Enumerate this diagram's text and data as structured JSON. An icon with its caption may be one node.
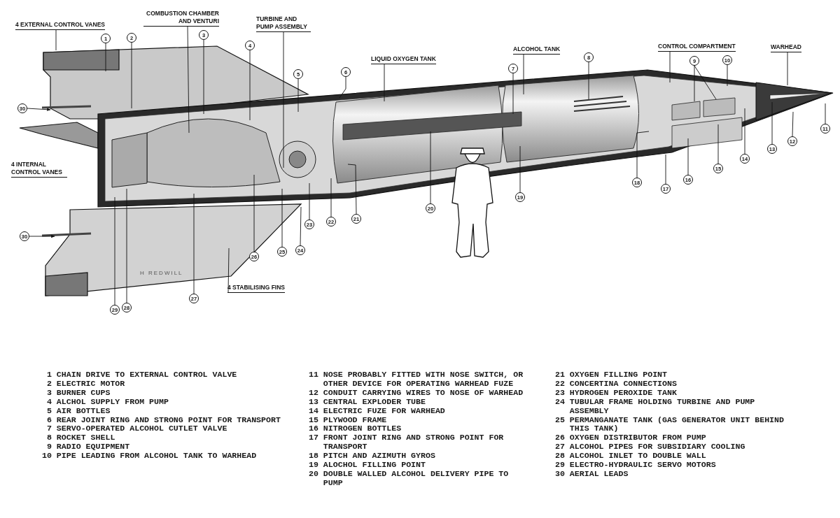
{
  "diagram": {
    "nodes": [
      {
        "text": [
          "4 EXTERNAL CONTROL VANES"
        ]
      },
      {
        "text": [
          "COMBUSTION CHAMBER AND VENTURI"
        ]
      },
      {
        "text": [
          "TURBINE AND PUMP ASSEMBLY"
        ]
      },
      {
        "text": [
          "LIQUID OXYGEN TANK"
        ]
      },
      {
        "text": [
          "ALCOHOL TANK"
        ]
      },
      {
        "text": [
          "CONTROL COMPARTMENT"
        ]
      },
      {
        "text": [
          "WARHEAD"
        ]
      },
      {
        "text": [
          "4 STABILISING FINS"
        ]
      },
      {
        "text": [
          "1"
        ]
      },
      {
        "text": [
          "2"
        ]
      },
      {
        "text": [
          "3"
        ]
      },
      {
        "text": [
          "4"
        ]
      },
      {
        "text": [
          "5"
        ]
      },
      {
        "text": [
          "6"
        ]
      },
      {
        "text": [
          "7"
        ]
      },
      {
        "text": [
          "8"
        ]
      },
      {
        "text": [
          "9"
        ]
      },
      {
        "text": [
          "10"
        ]
      },
      {
        "text": [
          "11"
        ]
      },
      {
        "text": [
          "12"
        ]
      },
      {
        "text": [
          "13"
        ]
      },
      {
        "text": [
          "14"
        ]
      },
      {
        "text": [
          "15"
        ]
      },
      {
        "text": [
          "16"
        ]
      },
      {
        "text": [
          "17"
        ]
      },
      {
        "text": [
          "18"
        ]
      },
      {
        "text": [
          "19"
        ]
      },
      {
        "text": [
          "20"
        ]
      },
      {
        "text": [
          "21"
        ]
      },
      {
        "text": [
          "22"
        ]
      },
      {
        "text": [
          "23"
        ]
      },
      {
        "text": [
          "24"
        ]
      },
      {
        "text": [
          "25"
        ]
      },
      {
        "text": [
          "26"
        ]
      },
      {
        "text": [
          "27"
        ]
      },
      {
        "text": [
          "28"
        ]
      },
      {
        "text": [
          "29"
        ]
      },
      {
        "text": [
          "30"
        ]
      },
      {
        "text": [
          "30"
        ]
      }
    ],
    "edges": [
      {
        "from": 0,
        "to": null,
        "arrow": "none"
      },
      {
        "from": 1,
        "to": null,
        "arrow": "none"
      },
      {
        "from": 2,
        "to": null,
        "arrow": "none"
      },
      {
        "from": 3,
        "to": null,
        "arrow": "none"
      },
      {
        "from": 4,
        "to": null,
        "arrow": "none"
      },
      {
        "from": 5,
        "to": null,
        "arrow": "none"
      },
      {
        "from": 6,
        "to": null,
        "arrow": "none"
      },
      {
        "from": 7,
        "to": null,
        "arrow": "none"
      },
      {
        "from": 8,
        "to": null,
        "arrow": "none"
      },
      {
        "from": 9,
        "to": null,
        "arrow": "none"
      },
      {
        "from": 10,
        "to": null,
        "arrow": "none"
      },
      {
        "from": 11,
        "to": null,
        "arrow": "none"
      },
      {
        "from": 12,
        "to": null,
        "arrow": "none"
      },
      {
        "from": 13,
        "to": null,
        "arrow": "none"
      },
      {
        "from": 14,
        "to": null,
        "arrow": "none"
      },
      {
        "from": 15,
        "to": null,
        "arrow": "none"
      },
      {
        "from": 16,
        "to": null,
        "arrow": "none"
      },
      {
        "from": 16,
        "to": null,
        "arrow": "none"
      },
      {
        "from": 17,
        "to": null,
        "arrow": "none"
      },
      {
        "from": 18,
        "to": null,
        "arrow": "none"
      },
      {
        "from": 19,
        "to": null,
        "arrow": "none"
      },
      {
        "from": 20,
        "to": null,
        "arrow": "none"
      },
      {
        "from": 21,
        "to": null,
        "arrow": "none"
      },
      {
        "from": 22,
        "to": null,
        "arrow": "none"
      },
      {
        "from": 23,
        "to": null,
        "arrow": "none"
      },
      {
        "from": 24,
        "to": null,
        "arrow": "none"
      },
      {
        "from": 25,
        "to": null,
        "arrow": "none"
      },
      {
        "from": 26,
        "to": null,
        "arrow": "none"
      },
      {
        "from": 27,
        "to": null,
        "arrow": "none"
      },
      {
        "from": 28,
        "to": null,
        "arrow": "none"
      },
      {
        "from": 29,
        "to": null,
        "arrow": "none"
      },
      {
        "from": 30,
        "to": null,
        "arrow": "none"
      },
      {
        "from": 31,
        "to": null,
        "arrow": "none"
      },
      {
        "from": 32,
        "to": null,
        "arrow": "none"
      },
      {
        "from": 33,
        "to": null,
        "arrow": "none"
      },
      {
        "from": 34,
        "to": null,
        "arrow": "none"
      },
      {
        "from": 35,
        "to": null,
        "arrow": "none"
      },
      {
        "from": 36,
        "to": null,
        "arrow": "none"
      },
      {
        "from": 37,
        "to": null,
        "arrow": "to"
      },
      {
        "from": 38,
        "to": null,
        "arrow": "to"
      }
    ],
    "labels": [
      "4 INTERNAL CONTROL VANES",
      "H REDWILL",
      "1 CHAIN DRIVE TO EXTERNAL CONTROL VALVE",
      "2 ELECTRIC MOTOR",
      "3 BURNER CUPS",
      "4 ALCHOL SUPPLY FROM PUMP",
      "5 AIR BOTTLES",
      "6 REAR JOINT RING AND STRONG POINT FOR TRANSPORT",
      "7 SERVO-OPERATED ALCOHOL CUTLET VALVE",
      "8 ROCKET SHELL",
      "9 RADIO EQUIPMENT",
      "10 PIPE LEADING FROM ALCOHOL TANK TO WARHEAD",
      "11 NOSE PROBABLY FITTED WITH NOSE SWITCH, OR OTHER DEVICE FOR OPERATING WARHEAD FUZE",
      "12 CONDUIT CARRYING WIRES TO NOSE OF WARHEAD",
      "13 CENTRAL EXPLODER TUBE",
      "14 ELECTRIC FUZE FOR WARHEAD",
      "15 PLYWOOD FRAME",
      "16 NITROGEN BOTTLES",
      "17 FRONT JOINT RING AND STRONG POINT FOR TRANSPORT",
      "18 PITCH AND AZIMUTH GYROS",
      "19 ALOCHOL FILLING POINT",
      "20 DOUBLE WALLED ALCOHOL DELIVERY PIPE TO PUMP",
      "21 OXYGEN FILLING POINT",
      "22 CONCERTINA CONNECTIONS",
      "23 HYDROGEN PEROXIDE TANK",
      "24 TUBULAR FRAME HOLDING TURBINE AND PUMP ASSEMBLY",
      "25 PERMANGANATE TANK (GAS GENERATOR UNIT BEHIND THIS TANK)",
      "26 OXYGEN DISTRIBUTOR FROM PUMP",
      "27 ALCOHOL PIPES FOR SUBSIDIARY COOLING",
      "28 ALCOHOL INLET TO DOUBLE WALL",
      "29 ELECTRO-HYDRAULIC SERVO MOTORS",
      "30 AERIAL LEADS"
    ]
  }
}
